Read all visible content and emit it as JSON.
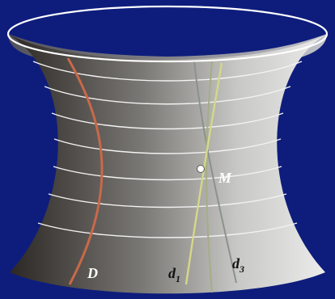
{
  "colors": {
    "background": "#0e1d7c",
    "rim_stroke": "#ffffff",
    "shade_dark": "#2a2623",
    "shade_mid": "#7a7874",
    "shade_light": "#c8c8c6",
    "shade_bright": "#ececec",
    "ring_stroke": "#f2f2f2",
    "curve_D": "#c8694a",
    "line_d1": "#d4d889",
    "line_d2": "#a6ad86",
    "line_d3": "#8b938b",
    "point_fill": "#ffffff",
    "label_color": "#ffffff",
    "label_dark": "#111111"
  },
  "labels": {
    "M": "M",
    "D": "D",
    "d1_main": "d",
    "d1_sub": "1",
    "d3_main": "d",
    "d3_sub": "3"
  }
}
